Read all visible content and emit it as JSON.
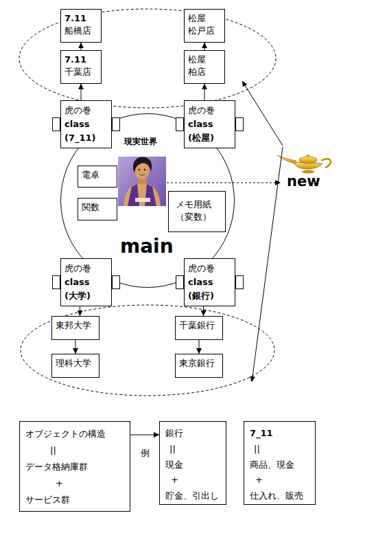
{
  "diagram": {
    "nodes": [
      {
        "text": [
          "7.11",
          "船橋店"
        ]
      },
      {
        "text": [
          "松屋",
          "松戸店"
        ]
      },
      {
        "text": [
          "7.11",
          "千葉店"
        ]
      },
      {
        "text": [
          "松屋",
          "柏店"
        ]
      },
      {
        "text": [
          "虎の巻",
          "class",
          "(7_11)"
        ]
      },
      {
        "text": [
          "虎の巻",
          "class",
          "(松屋)"
        ]
      },
      {
        "text": [
          "現実世界",
          "main"
        ]
      },
      {
        "text": [
          "電卓"
        ],
        "in": 6
      },
      {
        "text": [
          "関数"
        ],
        "in": 6
      },
      {
        "text": [
          "メモ用紙 （変数）"
        ],
        "in": 6
      },
      {
        "text": [
          "虎の巻",
          "class",
          "(大学)"
        ]
      },
      {
        "text": [
          "虎の巻",
          "class",
          "(銀行)"
        ]
      },
      {
        "text": [
          "東邦大学"
        ]
      },
      {
        "text": [
          "千葉銀行"
        ]
      },
      {
        "text": [
          "理科大学"
        ]
      },
      {
        "text": [
          "東京銀行"
        ]
      },
      {
        "text": [
          "オブジェクトの構造",
          "||",
          "データ格納庫群",
          "+",
          "サービス群"
        ]
      },
      {
        "text": [
          "銀行",
          "||",
          "現金",
          "+",
          "貯金、引出し"
        ]
      },
      {
        "text": [
          "7_11",
          "||",
          "商品、現金",
          "+",
          "仕入れ、販売"
        ]
      }
    ],
    "edges": [
      {
        "from": 4,
        "to": 2,
        "arrow": "to"
      },
      {
        "from": 2,
        "to": 0,
        "arrow": "to"
      },
      {
        "from": 5,
        "to": 3,
        "arrow": "to"
      },
      {
        "from": 3,
        "to": 1,
        "arrow": "to"
      },
      {
        "from": 10,
        "to": 12,
        "arrow": "to"
      },
      {
        "from": 12,
        "to": 14,
        "arrow": "to"
      },
      {
        "from": 11,
        "to": 13,
        "arrow": "to"
      },
      {
        "from": 13,
        "to": 15,
        "arrow": "to"
      },
      {
        "from": 16,
        "to": 17,
        "label": "例",
        "arrow": "to"
      }
    ],
    "labels": [
      "new"
    ]
  }
}
